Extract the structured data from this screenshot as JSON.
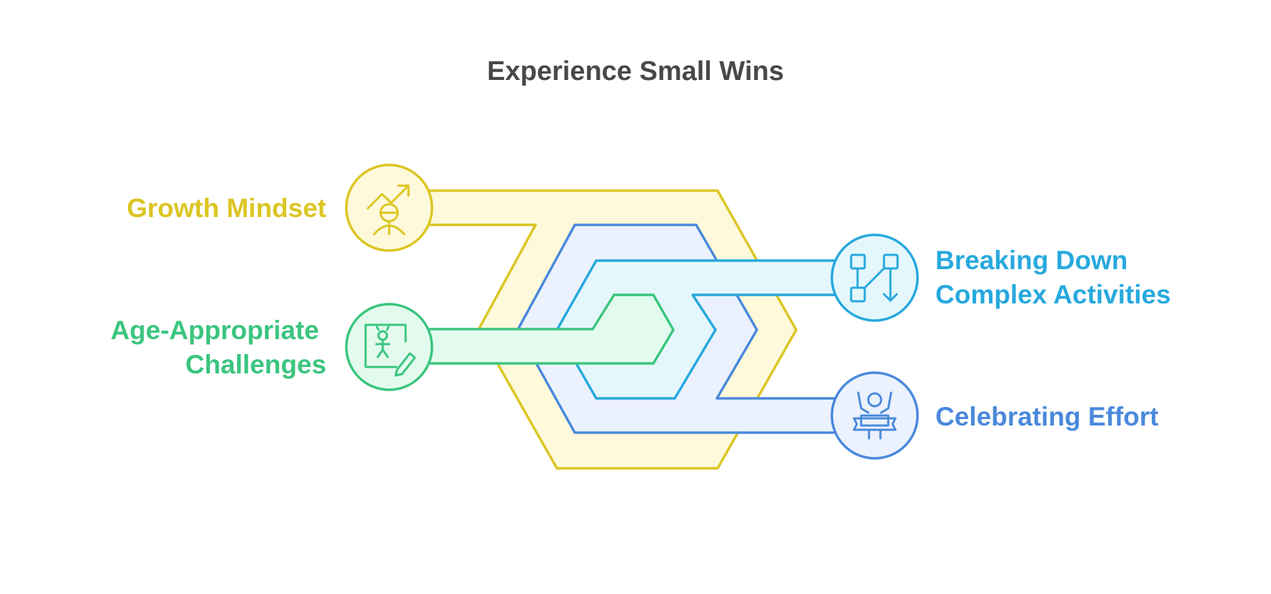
{
  "title": "Experience Small Wins",
  "colors": {
    "yellow": "#DCC523",
    "yellow_fill": "#FEF9DA",
    "green": "#3BC57F",
    "green_fill": "#E3FBEE",
    "blue": "#4A89DC",
    "blue_fill": "#EBF2FD",
    "cyan": "#27A9DD",
    "cyan_fill": "#E4F7FC",
    "title": "#484848"
  },
  "items": [
    {
      "label_lines": [
        "Growth Mindset"
      ],
      "icon": "growth-person-icon",
      "color": "#DCC523"
    },
    {
      "label_lines": [
        "Age-Appropriate",
        "Challenges"
      ],
      "icon": "child-drawing-icon",
      "color": "#3BC57F"
    },
    {
      "label_lines": [
        "Breaking Down",
        "Complex Activities"
      ],
      "icon": "flowchart-steps-icon",
      "color": "#27A9DD"
    },
    {
      "label_lines": [
        "Celebrating Effort"
      ],
      "icon": "celebrating-person-icon",
      "color": "#4A89DC"
    }
  ]
}
